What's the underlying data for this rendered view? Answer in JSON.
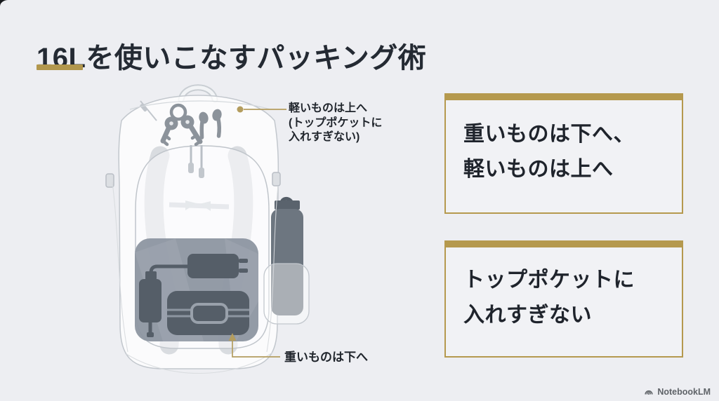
{
  "slide": {
    "title": "16Lを使いこなすパッキング術",
    "colors": {
      "background": "#edeef2",
      "accent_gold": "#b5994e",
      "leader_line_gold": "#b49d5e",
      "text_dark": "#20262e",
      "compartment_gray": "#8d96a1",
      "item_dark": "#555e68",
      "icon_gray": "#8c939b",
      "bottle_gray": "#6d7680",
      "footer_gray": "#5f6368"
    }
  },
  "diagram": {
    "name": "backpack-packing-cutaway",
    "icons": [
      "keys-icon",
      "earbuds-icon",
      "charger-icon",
      "power-bank-icon",
      "lunchbox-icon",
      "water-bottle-icon"
    ],
    "annotations": {
      "top": {
        "lines": [
          "軽いものは上へ",
          "(トップポケットに",
          "入れすぎない)"
        ]
      },
      "bottom": {
        "label": "重いものは下へ"
      }
    }
  },
  "callouts": [
    {
      "lines": [
        "重いものは下へ、",
        "軽いものは上へ"
      ]
    },
    {
      "lines": [
        "トップポケットに",
        "入れすぎない"
      ]
    }
  ],
  "footer": {
    "brand": "NotebookLM"
  }
}
